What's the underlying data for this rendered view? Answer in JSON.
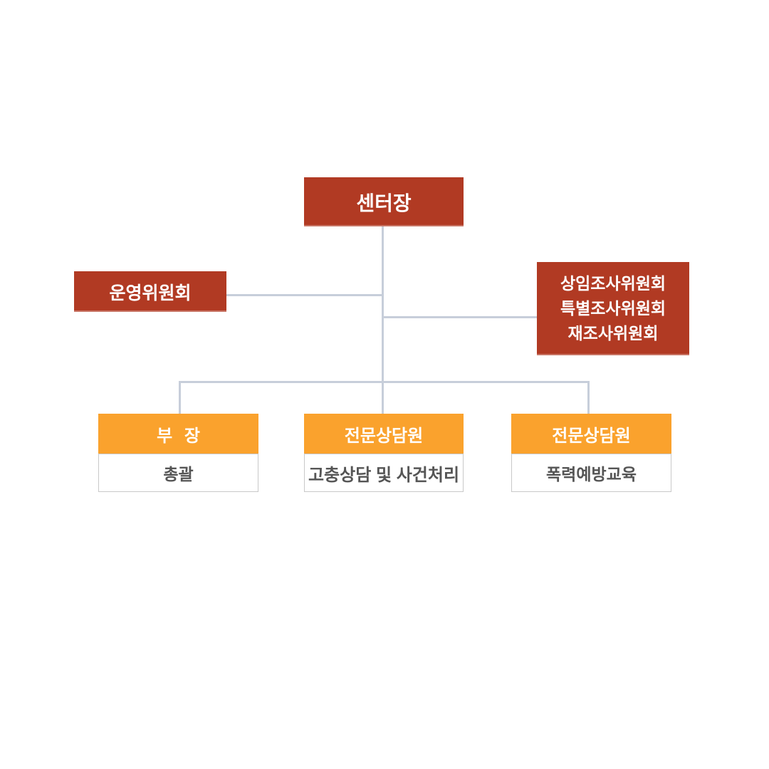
{
  "orgchart": {
    "root": {
      "label": "센터장"
    },
    "left_committee": {
      "label": "운영위원회"
    },
    "right_committee": {
      "lines": [
        "상임조사위원회",
        "특별조사위원회",
        "재조사위원회"
      ]
    },
    "children": [
      {
        "title": "부 장",
        "desc": "총괄"
      },
      {
        "title": "전문상담원",
        "desc": "고충상담 및 사건처리"
      },
      {
        "title": "전문상담원",
        "desc": "폭력예방교육"
      }
    ]
  },
  "colors": {
    "node_red": "#B13A23",
    "node_orange": "#FAA22D",
    "connector": "#C7CEDA",
    "sub_border": "#C9C9C9",
    "sub_text": "#555555"
  }
}
